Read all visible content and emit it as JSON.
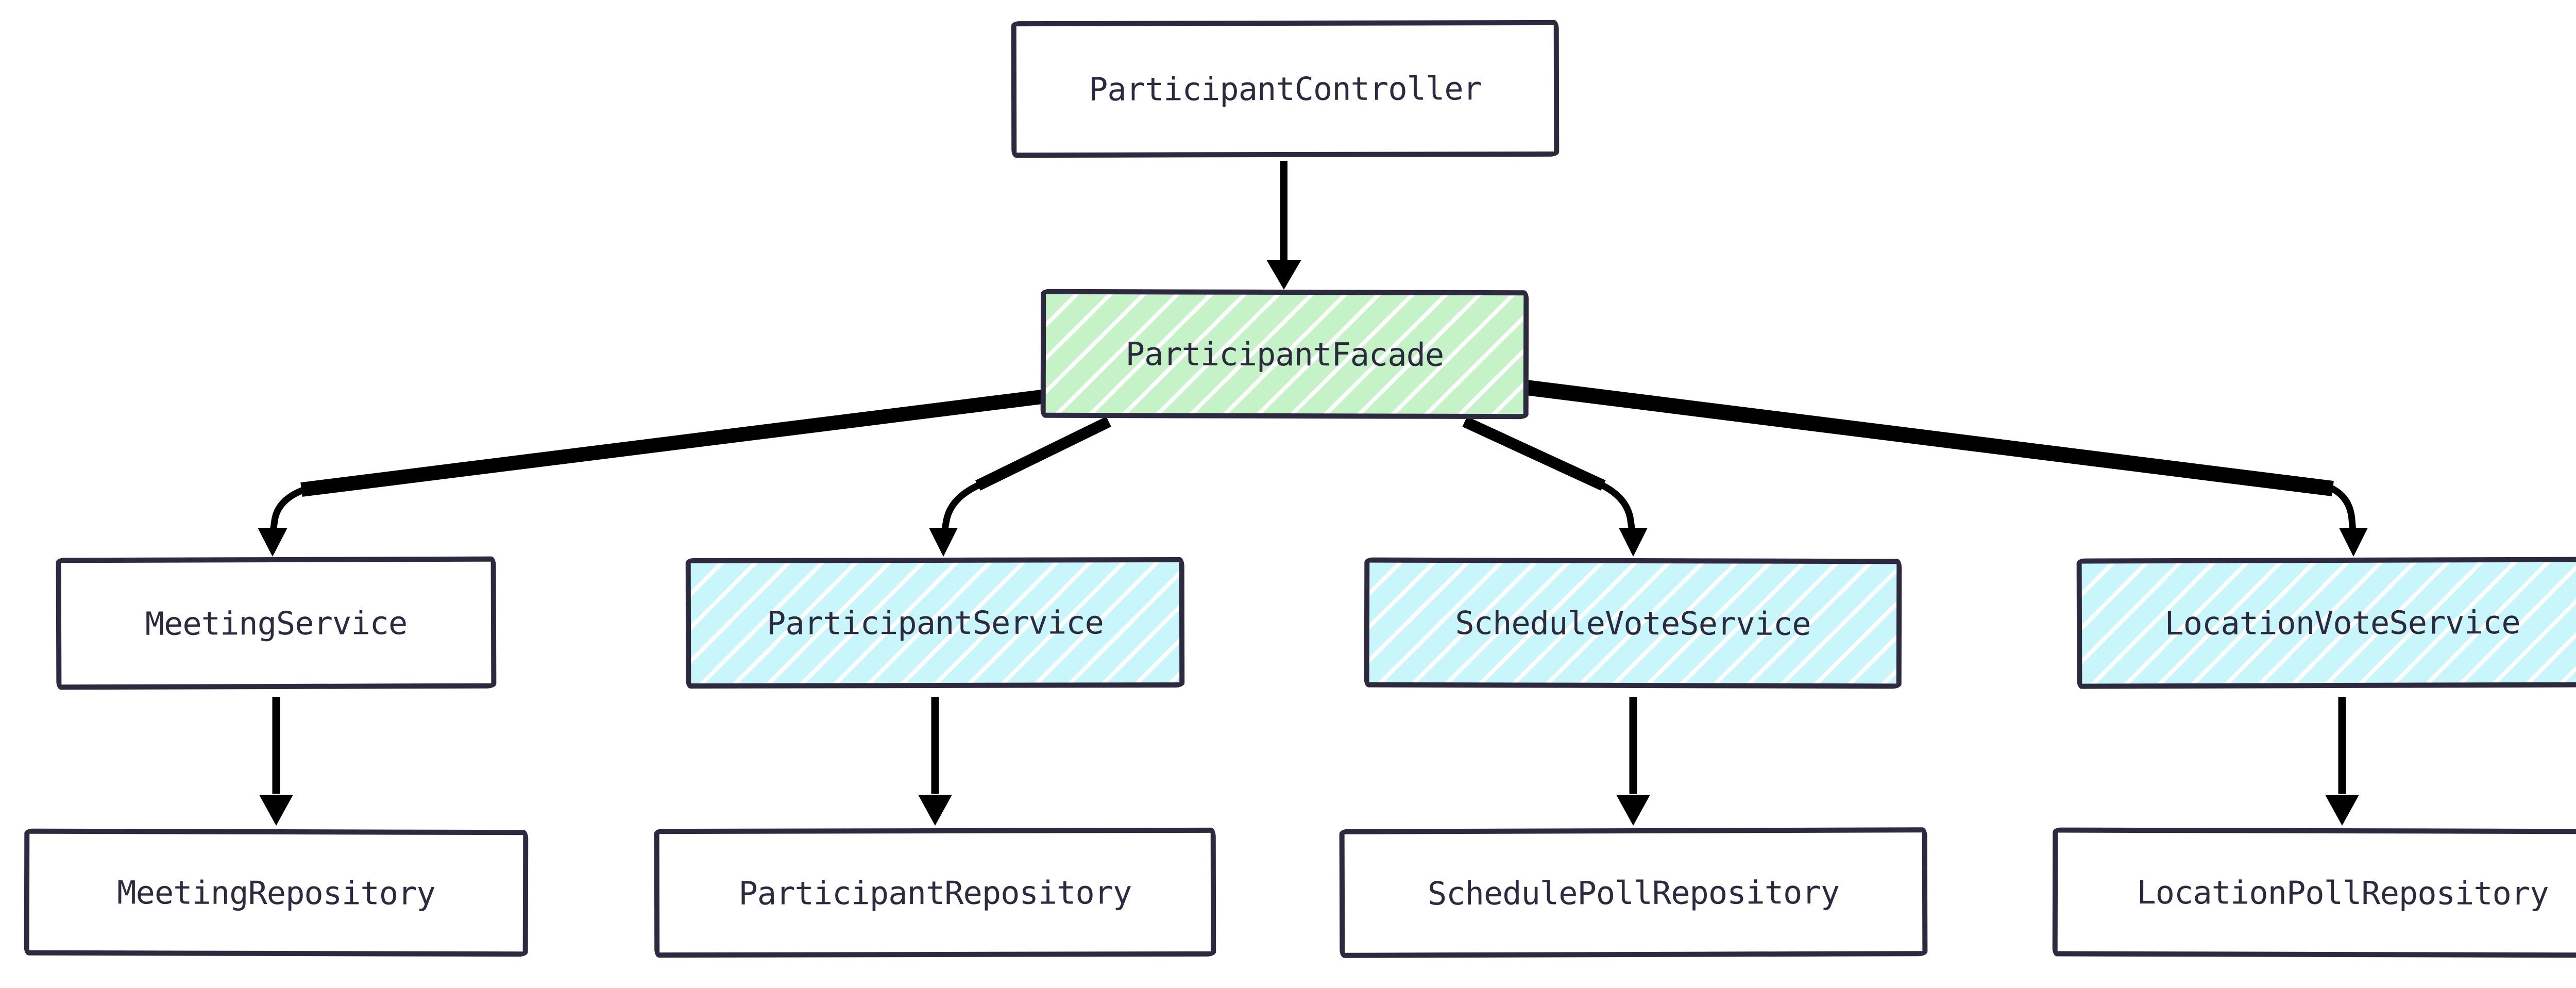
{
  "diagram": {
    "kind": "architecture-dependency-diagram",
    "style": "hand-drawn-sketch",
    "colors": {
      "bg": "#ffffff",
      "ink": "#2d2a40",
      "arrow": "#000000",
      "green": "#c6f2c8",
      "cyan": "#c9f6fb"
    },
    "nodes": [
      {
        "id": "participant-controller",
        "label": "ParticipantController",
        "fill": "white"
      },
      {
        "id": "participant-facade",
        "label": "ParticipantFacade",
        "fill": "green-hachure"
      },
      {
        "id": "meeting-service",
        "label": "MeetingService",
        "fill": "white"
      },
      {
        "id": "participant-service",
        "label": "ParticipantService",
        "fill": "cyan-hachure"
      },
      {
        "id": "schedule-vote-service",
        "label": "ScheduleVoteService",
        "fill": "cyan-hachure"
      },
      {
        "id": "location-vote-service",
        "label": "LocationVoteService",
        "fill": "cyan-hachure"
      },
      {
        "id": "meeting-repository",
        "label": "MeetingRepository",
        "fill": "white"
      },
      {
        "id": "participant-repository",
        "label": "ParticipantRepository",
        "fill": "white"
      },
      {
        "id": "schedule-poll-repository",
        "label": "SchedulePollRepository",
        "fill": "white"
      },
      {
        "id": "location-poll-repository",
        "label": "LocationPollRepository",
        "fill": "white"
      }
    ],
    "edges": [
      {
        "from": "ParticipantController",
        "to": "ParticipantFacade"
      },
      {
        "from": "ParticipantFacade",
        "to": "MeetingService"
      },
      {
        "from": "ParticipantFacade",
        "to": "ParticipantService"
      },
      {
        "from": "ParticipantFacade",
        "to": "ScheduleVoteService"
      },
      {
        "from": "ParticipantFacade",
        "to": "LocationVoteService"
      },
      {
        "from": "MeetingService",
        "to": "MeetingRepository"
      },
      {
        "from": "ParticipantService",
        "to": "ParticipantRepository"
      },
      {
        "from": "ScheduleVoteService",
        "to": "SchedulePollRepository"
      },
      {
        "from": "LocationVoteService",
        "to": "LocationPollRepository"
      }
    ]
  }
}
